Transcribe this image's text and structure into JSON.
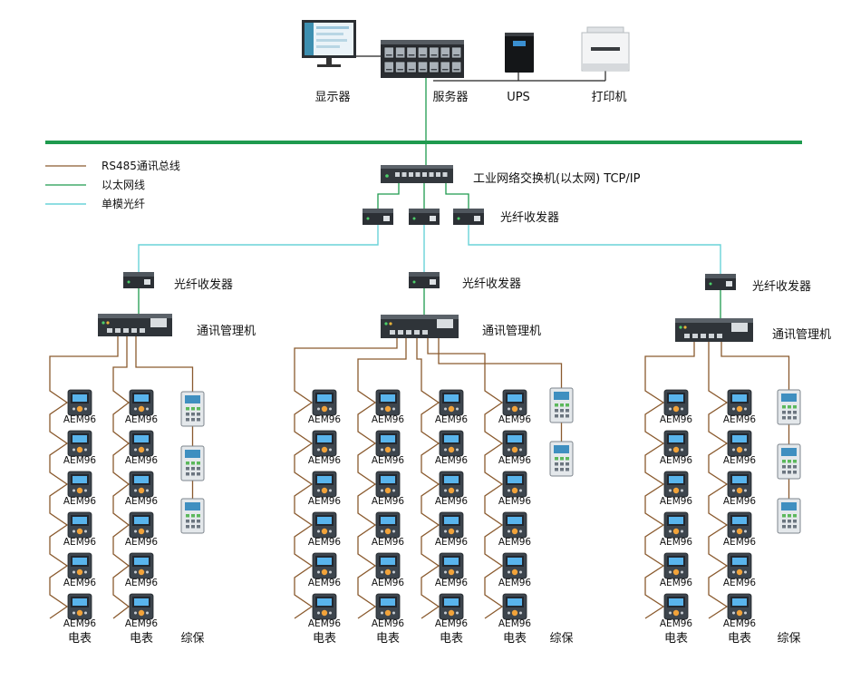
{
  "top_devices": {
    "monitor_label": "显示器",
    "server_label": "服务器",
    "ups_label": "UPS",
    "printer_label": "打印机"
  },
  "legend": [
    {
      "label": "RS485通讯总线",
      "color": "#8a5a2e"
    },
    {
      "label": "以太网线",
      "color": "#1e9a4e"
    },
    {
      "label": "单模光纤",
      "color": "#6ad3d8"
    }
  ],
  "switch": {
    "label": "工业网络交换机(以太网) TCP/IP"
  },
  "core_transceivers": {
    "label": "光纤收发器"
  },
  "groups": [
    {
      "transceiver_label": "光纤收发器",
      "manager_label": "通讯管理机",
      "meter_columns": [
        {
          "meters": [
            "AEM96",
            "AEM96",
            "AEM96",
            "AEM96",
            "AEM96",
            "AEM96"
          ],
          "footer": "电表"
        },
        {
          "meters": [
            "AEM96",
            "AEM96",
            "AEM96",
            "AEM96",
            "AEM96",
            "AEM96"
          ],
          "footer": "电表"
        }
      ],
      "relay_footer": "综保"
    },
    {
      "transceiver_label": "光纤收发器",
      "manager_label": "通讯管理机",
      "meter_columns": [
        {
          "meters": [
            "AEM96",
            "AEM96",
            "AEM96",
            "AEM96",
            "AEM96",
            "AEM96"
          ],
          "footer": "电表"
        },
        {
          "meters": [
            "AEM96",
            "AEM96",
            "AEM96",
            "AEM96",
            "AEM96",
            "AEM96"
          ],
          "footer": "电表"
        },
        {
          "meters": [
            "AEM96",
            "AEM96",
            "AEM96",
            "AEM96",
            "AEM96",
            "AEM96"
          ],
          "footer": "电表"
        },
        {
          "meters": [
            "AEM96",
            "AEM96",
            "AEM96",
            "AEM96",
            "AEM96",
            "AEM96"
          ],
          "footer": "电表"
        }
      ],
      "relay_footer": "综保"
    },
    {
      "transceiver_label": "光纤收发器",
      "manager_label": "通讯管理机",
      "meter_columns": [
        {
          "meters": [
            "AEM96",
            "AEM96",
            "AEM96",
            "AEM96",
            "AEM96",
            "AEM96"
          ],
          "footer": "电表"
        },
        {
          "meters": [
            "AEM96",
            "AEM96",
            "AEM96",
            "AEM96",
            "AEM96",
            "AEM96"
          ],
          "footer": "电表"
        }
      ],
      "relay_footer": "综保"
    }
  ]
}
